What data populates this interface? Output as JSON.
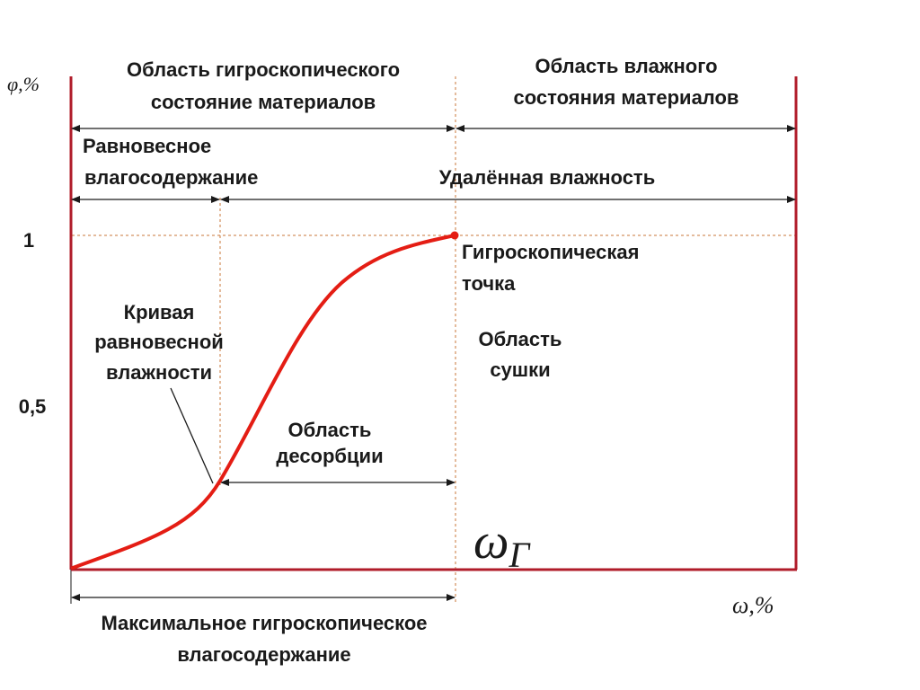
{
  "axes": {
    "y_label": "φ,%",
    "x_label": "ω,%",
    "y_ticks": [
      "1",
      "0,5"
    ]
  },
  "regions": {
    "hygroscopic": [
      "Область гигроскопического",
      "состояние материалов"
    ],
    "wet": [
      "Область влажного",
      "состояния материалов"
    ],
    "equilibrium": [
      "Равновесное",
      "влагосодержание"
    ],
    "removed": "Удалённая влажность"
  },
  "annotations": {
    "hygro_point": [
      "Гигроскопическая",
      "точка"
    ],
    "drying": [
      "Область",
      "сушки"
    ],
    "curve": [
      "Кривая",
      "равновесной",
      "влажности"
    ],
    "desorption": [
      "Область",
      "десорбции"
    ],
    "omega_main": "ω",
    "omega_sub": "Г",
    "max_moisture": [
      "Максимальное гигроскопическое",
      "влагосодержание"
    ]
  },
  "colors": {
    "axis": "#b01c2a",
    "curve": "#e41d14",
    "guide": "#c9773a",
    "text": "#1a1a1a"
  }
}
